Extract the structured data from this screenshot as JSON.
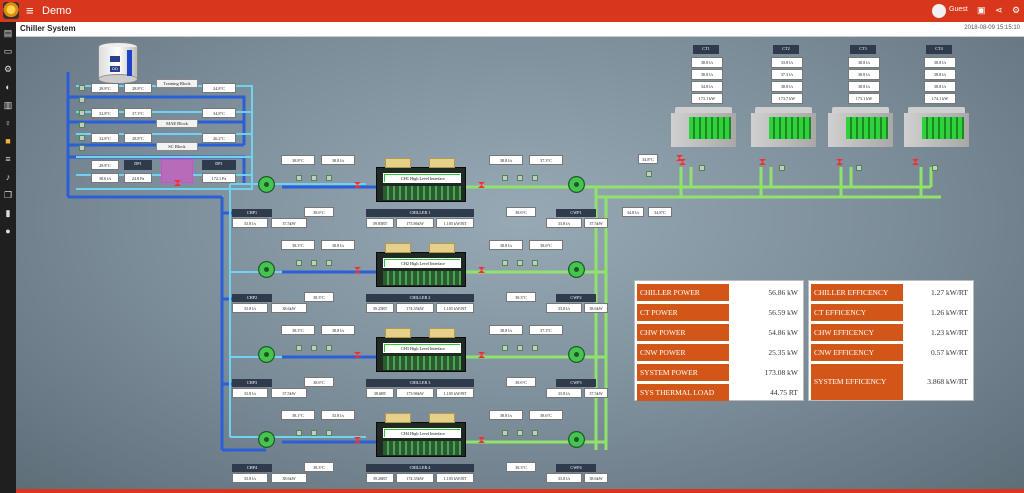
{
  "app": {
    "title": "Demo",
    "user": "Guest"
  },
  "page": {
    "title": "Chiller System",
    "datetime": "2018-08-09 15:15:10"
  },
  "blocks": {
    "training": "Training Block",
    "mae": "MAE Block",
    "sc": "SC Block"
  },
  "block_readings": [
    {
      "l1": "28.8°C",
      "l2": "28.8°C",
      "r": "24.8°C"
    },
    {
      "l1": "32.8°C",
      "l2": "37.3°C",
      "r": "34.8°C"
    },
    {
      "l1": "32.8°C",
      "l2": "28.8°C",
      "r": "26.2°C"
    }
  ],
  "dp_left": {
    "label": "DP1",
    "v1": "28.8°C",
    "v2": "38.6 l/s",
    "v3": "24.8 Pa"
  },
  "dp_right": {
    "label": "DP1",
    "v1": "172.1 Pa"
  },
  "tank_labels": [
    "",
    "DD"
  ],
  "chillers": [
    {
      "id": "CH1",
      "iface": "CH1 High Level Interface",
      "name": "CHILLER 1",
      "rt": "39.85RT",
      "kw": "173.86kW",
      "eff": "1.105 kW/RT",
      "chwp": "CHP1",
      "cnwp": "CWP1",
      "in1": "38.8°C",
      "in2": "38.8 l/s",
      "out1": "38.8 l/s",
      "out2": "37.3°C",
      "chwf": "33.8 l/s",
      "chwk": "37.5kW",
      "chwt": "38.6°C",
      "cnwt": "38.6°C",
      "cnwf": "33.8 l/s",
      "cnwk": "37.5kW"
    },
    {
      "id": "CH2",
      "iface": "CH2 High Level Interface",
      "name": "CHILLER 2",
      "rt": "39.25RT",
      "kw": "174.35kW",
      "eff": "1.105 kW/RT",
      "chwp": "CHP2",
      "cnwp": "CWP2",
      "in1": "38.3°C",
      "in2": "38.8 l/s",
      "out1": "38.8 l/s",
      "out2": "38.6°C",
      "chwf": "33.8 l/s",
      "chwk": "38.6kW",
      "chwt": "38.3°C",
      "cnwt": "38.3°C",
      "cnwf": "33.8 l/s",
      "cnwk": "38.6kW"
    },
    {
      "id": "CH3",
      "iface": "CH3 High Level Interface",
      "name": "CHILLER 3",
      "rt": "38.6RT",
      "kw": "173.96kW",
      "eff": "1.105 kW/RT",
      "chwp": "CHP3",
      "cnwp": "CWP3",
      "in1": "38.3°C",
      "in2": "38.8 l/s",
      "out1": "38.8 l/s",
      "out2": "37.3°C",
      "chwf": "33.8 l/s",
      "chwk": "37.5kW",
      "chwt": "38.6°C",
      "cnwt": "38.6°C",
      "cnwf": "33.8 l/s",
      "cnwk": "37.5kW"
    },
    {
      "id": "CH4",
      "iface": "CH4 High Level Interface",
      "name": "CHILLER 4",
      "rt": "39.26RT",
      "kw": "174.35kW",
      "eff": "1.105 kW/RT",
      "chwp": "CHP4",
      "cnwp": "CWP4",
      "in1": "38.1°C",
      "in2": "33.8 l/s",
      "out1": "38.8 l/s",
      "out2": "38.6°C",
      "chwf": "33.8 l/s",
      "chwk": "38.6kW",
      "chwt": "38.3°C",
      "cnwt": "38.3°C",
      "cnwf": "33.8 l/s",
      "cnwk": "38.6kW"
    }
  ],
  "cooling_towers": [
    {
      "name": "CT1",
      "v": [
        "38.8 l/s",
        "38.8 l/s",
        "34.8 l/s",
        "173.1 kW"
      ]
    },
    {
      "name": "CT2",
      "v": [
        "33.8 l/s",
        "37.3 l/s",
        "38.8 l/s",
        "173.7 kW"
      ]
    },
    {
      "name": "CT3",
      "v": [
        "38.8 l/s",
        "38.8 l/s",
        "38.8 l/s",
        "173.1 kW"
      ]
    },
    {
      "name": "CT4",
      "v": [
        "38.8 l/s",
        "38.8 l/s",
        "38.8 l/s",
        "174.1 kW"
      ]
    }
  ],
  "ct_misc": {
    "t1": "34.8°C",
    "t2": "34.8 l/s",
    "t3": "34.8°C"
  },
  "stats_left": [
    {
      "label": "CHILLER POWER",
      "value": "56.86 kW"
    },
    {
      "label": "CT POWER",
      "value": "56.59 kW"
    },
    {
      "label": "CHW POWER",
      "value": "54.86 kW"
    },
    {
      "label": "CNW POWER",
      "value": "25.35 kW"
    },
    {
      "label": "SYSTEM POWER",
      "value": "173.08 kW"
    },
    {
      "label": "SYS THERMAL LOAD",
      "value": "44.75 RT"
    }
  ],
  "stats_right": [
    {
      "label": "CHILLER EFFICENCY",
      "value": "1.27 kW/RT"
    },
    {
      "label": "CT EFFICENCY",
      "value": "1.26 kW/RT"
    },
    {
      "label": "CHW EFFICENCY",
      "value": "1.23 kW/RT"
    },
    {
      "label": "CNW EFFICENCY",
      "value": "0.57 kW/RT"
    },
    {
      "label": "SYSTEM EFFICENCY",
      "value": "3.868 kW/RT"
    }
  ],
  "icons": {
    "menu": "menu-icon",
    "user": "user-avatar-icon",
    "settings": "gear-icon",
    "share": "share-icon",
    "monitor": "monitor-icon"
  },
  "colors": {
    "accent": "#d9371b",
    "orange_label": "#d25618",
    "chw_pipe": "#2a5fd8",
    "cnw_pipe": "#8fe36a"
  }
}
